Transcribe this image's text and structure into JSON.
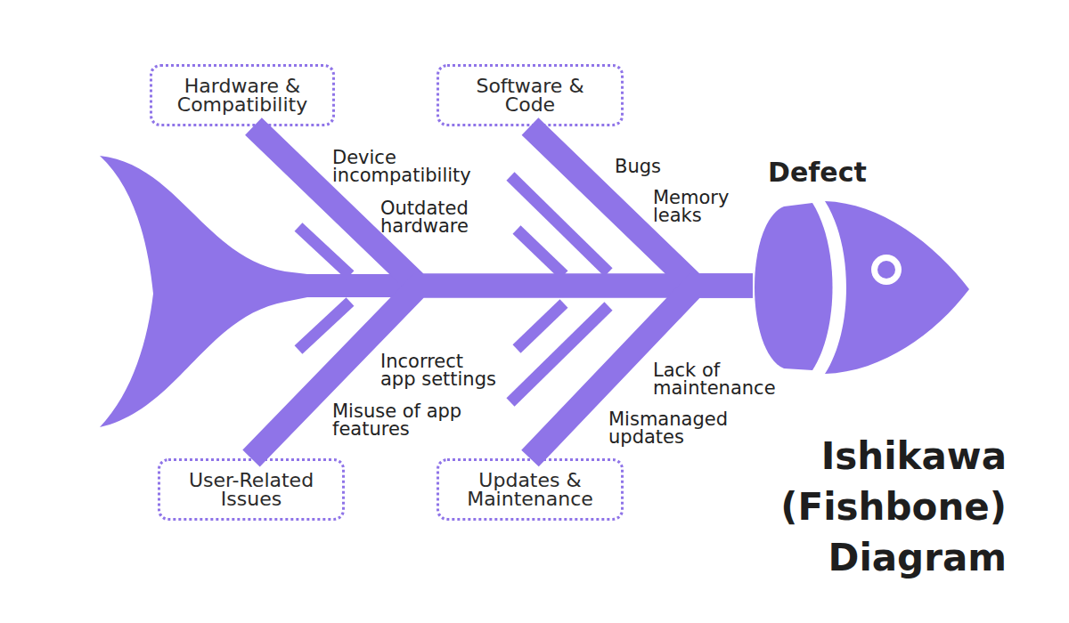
{
  "diagram": {
    "title": "Ishikawa (Fishbone) Diagram",
    "nodes": [
      {
        "text": [
          "Hardware & Compatibility"
        ]
      },
      {
        "text": [
          "Software & Code"
        ]
      },
      {
        "text": [
          "Defect"
        ]
      },
      {
        "text": [
          "User-Related Issues"
        ]
      },
      {
        "text": [
          "Updates & Maintenance"
        ]
      }
    ],
    "edges": [
      {
        "from": 0,
        "to": 2,
        "arrow": "none"
      },
      {
        "from": 1,
        "to": 2,
        "arrow": "none"
      },
      {
        "from": 3,
        "to": 2,
        "arrow": "none"
      },
      {
        "from": 4,
        "to": 2,
        "arrow": "none"
      }
    ],
    "labels": [
      "Device incompatibility",
      "Bugs",
      "Memory leaks",
      "Outdated hardware",
      "Incorrect app settings",
      "Lack of maintenance",
      "Misuse of app features",
      "Mismanaged updates"
    ]
  }
}
